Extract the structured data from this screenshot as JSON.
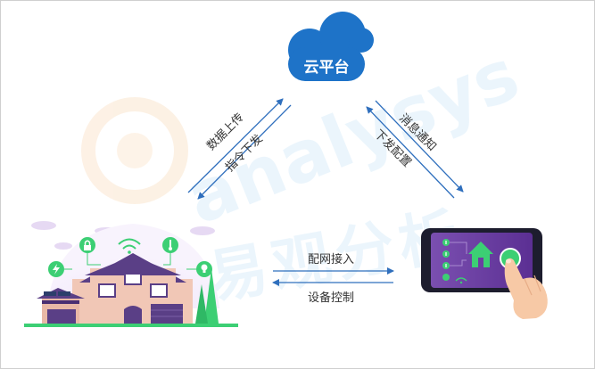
{
  "cloud": {
    "label": "云平台",
    "color": "#1e73c8"
  },
  "edges": {
    "home_to_cloud": "数据上传",
    "cloud_to_home": "指令下发",
    "cloud_to_phone": "消息通知",
    "phone_to_cloud": "下发配置",
    "home_to_phone": "配网接入",
    "phone_to_home": "设备控制"
  },
  "watermark": {
    "latin": "analysys",
    "cjk": "易观分析"
  },
  "colors": {
    "arrow": "#2f6fbd",
    "text": "#333333",
    "house_wall": "#f1c7b6",
    "house_roof": "#5a3f86",
    "phone_screen": "#6c3fa1",
    "accent_green": "#3ccf74"
  },
  "icons": [
    "cloud-icon",
    "house-illustration",
    "smartphone-illustration",
    "hand-icon",
    "home-icon",
    "wifi-icon",
    "lock-icon",
    "thermometer-icon",
    "lightning-icon",
    "lightbulb-icon"
  ]
}
